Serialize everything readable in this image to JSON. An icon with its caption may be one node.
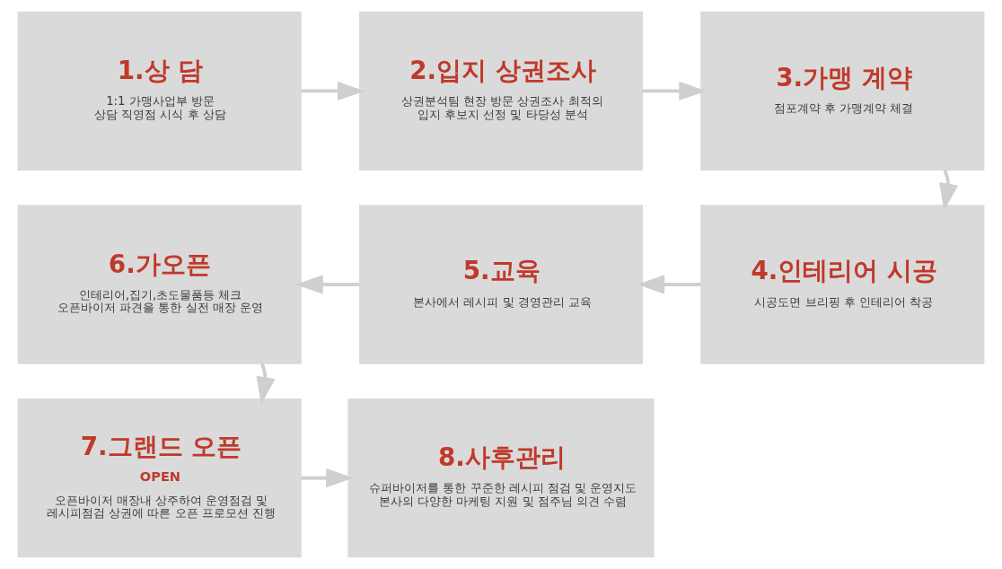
{
  "diagram": {
    "nodes": [
      {
        "text": [
          "1.상 담",
          "1:1 가맹사업부 방문 상담 직영점 시식 후 상담"
        ]
      },
      {
        "text": [
          "2.입지 상권조사",
          "상권분석팀 현장 방문 상권조사 최적의 입지 후보지 선정 및 타당성 분석"
        ]
      },
      {
        "text": [
          "3.가맹 계약",
          "점포계약 후 가맹계약 체결"
        ]
      },
      {
        "text": [
          "4.인테리어 시공",
          "시공도면 브리핑 후 인테리어 착공"
        ]
      },
      {
        "text": [
          "5.교육",
          "본사에서 레시피 및 경영관리 교육"
        ]
      },
      {
        "text": [
          "6.가오픈",
          "인테리어,집기,초도물품등 체크 오픈바이저 파견을 통한 실전 매장 운영"
        ]
      },
      {
        "text": [
          "7.그랜드 오픈",
          "OPEN",
          "오픈바이저 매장내 상주하여 운영점검 및 레시피점검 상권에 따른 오픈 프로모션 진행"
        ]
      },
      {
        "text": [
          "8.사후관리",
          "슈퍼바이저를 통한 꾸준한 레시피 점검 및 운영지도 본사의 다양한 마케팅 지원 및 점주님 의견 수렴"
        ]
      }
    ],
    "edges": [
      {
        "from": 0,
        "to": 1,
        "arrow": "to"
      },
      {
        "from": 1,
        "to": 2,
        "arrow": "to"
      },
      {
        "from": 2,
        "to": 3,
        "arrow": "to"
      },
      {
        "from": 3,
        "to": 4,
        "arrow": "to"
      },
      {
        "from": 4,
        "to": 5,
        "arrow": "to"
      },
      {
        "from": 5,
        "to": 6,
        "arrow": "to"
      },
      {
        "from": 6,
        "to": 7,
        "arrow": "to"
      }
    ]
  }
}
